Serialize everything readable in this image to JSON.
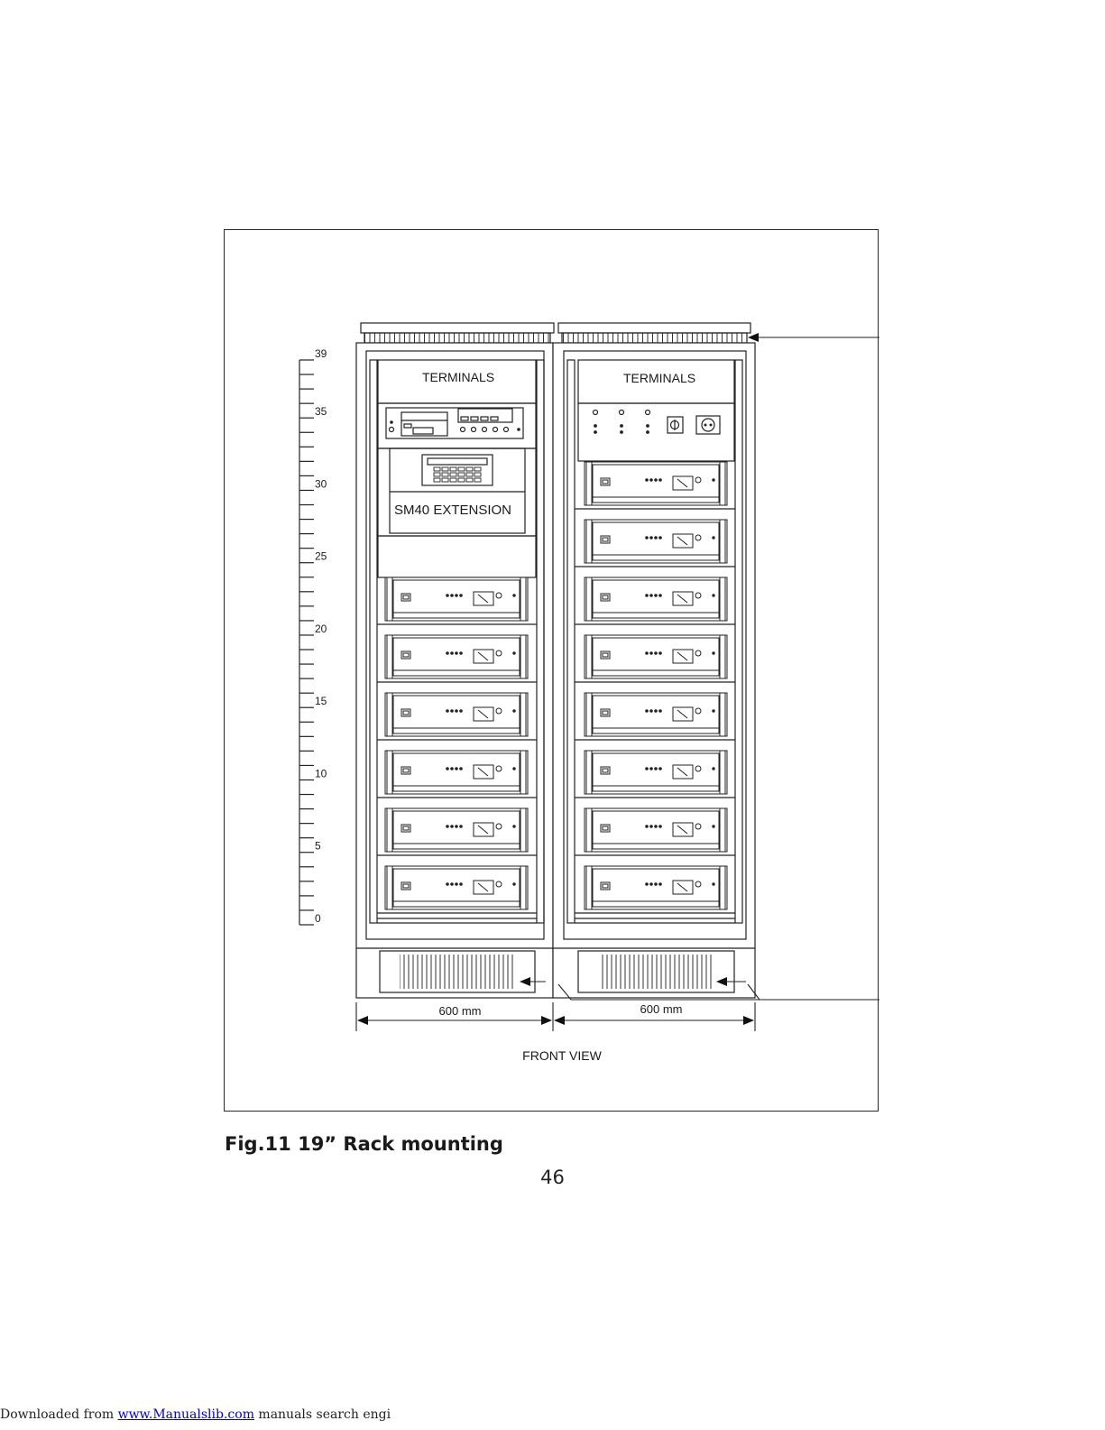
{
  "figure": {
    "caption": "Fig.11 19” Rack mounting",
    "view_label": "FRONT VIEW",
    "left_rack": {
      "header_label": "TERMINALS",
      "extension_label": "SM40 EXTENSION",
      "amplifier_count": 6
    },
    "right_rack": {
      "header_label": "TERMINALS",
      "amplifier_count": 8
    },
    "dimensions": {
      "left_width_label": "600 mm",
      "right_width_label": "600 mm"
    },
    "scale": {
      "min": 0,
      "max": 39,
      "labels": [
        "39",
        "35",
        "30",
        "25",
        "20",
        "15",
        "10",
        "5",
        "0"
      ],
      "label_values": [
        39,
        35,
        30,
        25,
        20,
        15,
        10,
        5,
        0
      ]
    }
  },
  "page": {
    "number": "46"
  },
  "footer": {
    "prefix": "Downloaded from ",
    "link_text": "www.Manualslib.com",
    "suffix": " manuals search engi"
  }
}
